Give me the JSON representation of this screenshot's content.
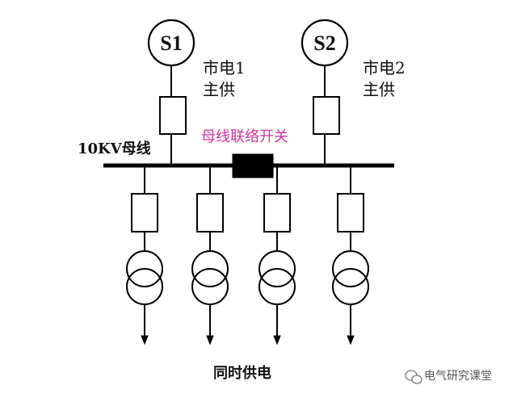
{
  "sources": [
    {
      "id": "S1",
      "label_line1": "市电1",
      "label_line2": "主供"
    },
    {
      "id": "S2",
      "label_line1": "市电2",
      "label_line2": "主供"
    }
  ],
  "bus_label": "10KV母线",
  "tie_switch_label": "母线联络开关",
  "footer_label": "同时供电",
  "watermark": "电气研究课堂",
  "feeder_count": 4,
  "colors": {
    "line": "#000000",
    "tie_label": "#cc3399",
    "text": "#111111"
  }
}
